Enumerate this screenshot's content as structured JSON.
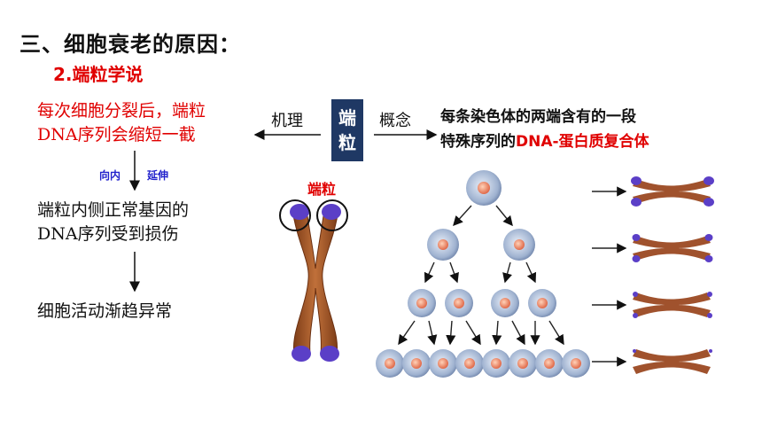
{
  "slide": {
    "title": "三、细胞衰老的原因：",
    "subtitle": "2.端粒学说",
    "mechanism_label": "机理",
    "concept_label": "概念",
    "term_chars": [
      "端",
      "粒"
    ],
    "left_red_text": [
      "每次细胞分裂后，端粒",
      "DNA序列会缩短一截"
    ],
    "arrow_note_1": "向内",
    "arrow_note_2": "延伸",
    "step2_text": [
      "端粒内侧正常基因的",
      "DNA序列受到损伤"
    ],
    "step3_text": "细胞活动渐趋异常",
    "definition_black": "每条染色体的两端含有的一段",
    "definition_line2_black": "特殊序列的",
    "definition_line2_red": "DNA-蛋白质复合体",
    "telomere_label": "端粒"
  },
  "colors": {
    "accent_red": "#e00000",
    "term_box": "#1f3864",
    "note_blue": "#2222cc",
    "chromosome": "#a0522d",
    "telomere": "#5b3fc7"
  }
}
